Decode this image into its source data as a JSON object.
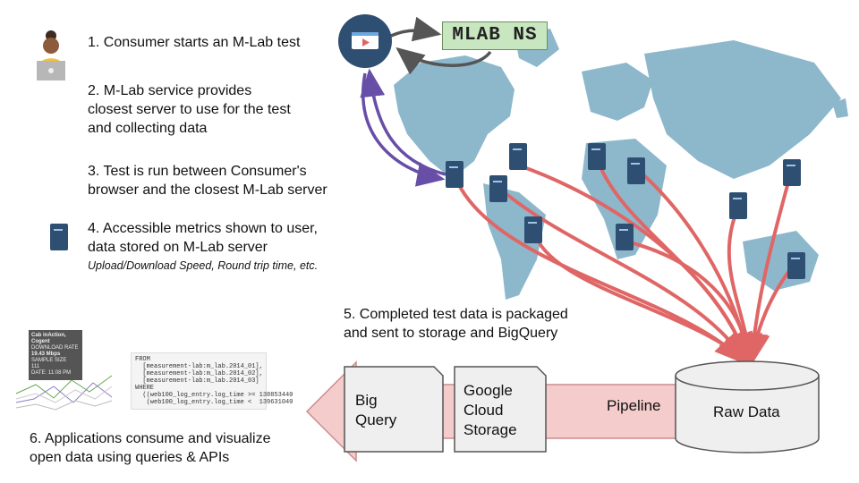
{
  "steps": {
    "s1": "1. Consumer starts an M-Lab test",
    "s2_l1": "2. M-Lab service provides",
    "s2_l2": "closest server to use for the test",
    "s2_l3": "and collecting data",
    "s3_l1": "3. Test is run between Consumer's",
    "s3_l2": "browser and the closest M-Lab server",
    "s4_l1": "4. Accessible metrics shown to user,",
    "s4_l2": "data stored on M-Lab server",
    "s4_sub": "Upload/Download Speed, Round trip time, etc.",
    "s5_l1": "5. Completed test data is packaged",
    "s5_l2": "and sent to storage and BigQuery",
    "s6_l1": "6. Applications consume and visualize",
    "s6_l2": "open data using queries & APIs"
  },
  "mlabns": "MLAB NS",
  "boxes": {
    "bq_l1": "Big",
    "bq_l2": "Query",
    "gcs_l1": "Google",
    "gcs_l2": "Cloud",
    "gcs_l3": "Storage",
    "pipeline": "Pipeline",
    "rawdata": "Raw Data"
  },
  "query_lines": [
    "FROM",
    "  [measurement-lab:m_lab.2014_01],",
    "  [measurement-lab:m_lab.2014_02],",
    "  [measurement-lab:m_lab.2014_03]",
    "WHERE",
    "  ((web100_log_entry.log_time >= 138853440",
    "   (web100_log_entry.log_time <  139631040"
  ],
  "tooltip": {
    "title": "Cab inAction, Cogent",
    "l1": "DOWNLOAD RATE",
    "l2": "19.43 Mbps",
    "l3": "SAMPLE SIZE",
    "l4": "111",
    "l5": "DATE: 11:08 PM"
  },
  "colors": {
    "map": "#8db8cc",
    "flow_red": "#e06666",
    "flow_purple": "#674ea7",
    "server": "#2f4f72",
    "mlabns_fill": "#c8e6c0",
    "arrow_fill": "#f4cccc"
  }
}
